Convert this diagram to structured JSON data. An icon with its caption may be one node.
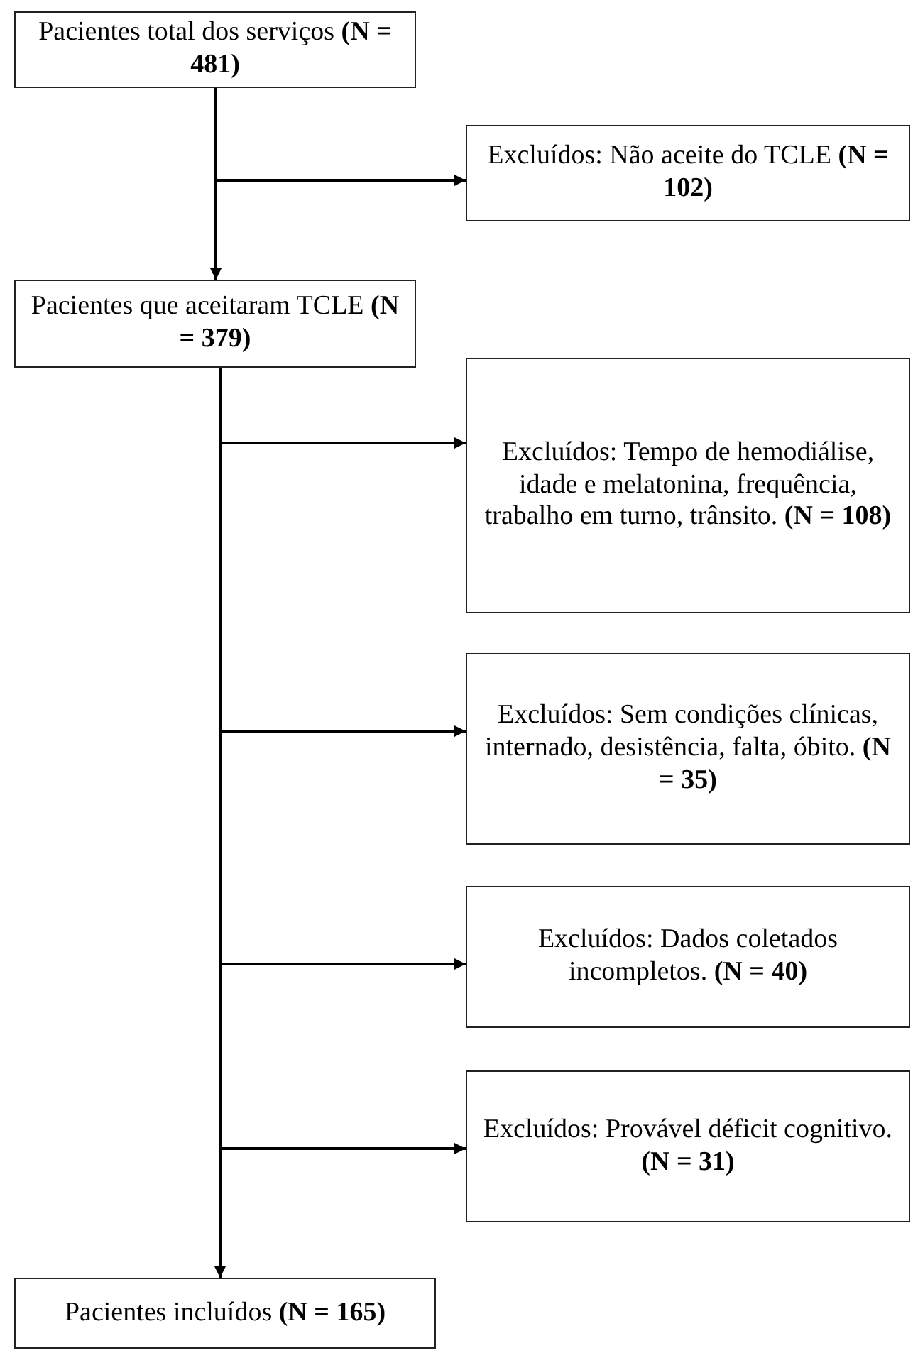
{
  "diagram": {
    "nodes": [
      {
        "text": [
          "Pacientes total dos serviços **(N = 481)**"
        ]
      },
      {
        "text": [
          "Excluídos: Não aceite do TCLE  **(N = 102)**"
        ]
      },
      {
        "text": [
          "Pacientes que aceitaram TCLE **(N = 379)**"
        ]
      },
      {
        "text": [
          "Excluídos: Tempo de hemodiálise, idade e melatonina, frequência, trabalho em turno, trânsito. **(N = 108)**"
        ]
      },
      {
        "text": [
          "Excluídos: Sem condições clínicas, internado, desistência, falta, óbito. **(N = 35)**"
        ]
      },
      {
        "text": [
          "Excluídos: Dados coletados incompletos. **(N = 40)**"
        ]
      },
      {
        "text": [
          "Excluídos: Provável déficit cognitivo. **(N = 31)**"
        ]
      },
      {
        "text": [
          "Pacientes incluídos **(N = 165)**"
        ]
      }
    ],
    "edges": [
      {
        "from": 0,
        "to": 2,
        "arrow": "to"
      },
      {
        "from": 0,
        "to": 1,
        "arrow": "to"
      },
      {
        "from": 2,
        "to": 3,
        "arrow": "to"
      },
      {
        "from": 2,
        "to": 4,
        "arrow": "to"
      },
      {
        "from": 2,
        "to": 5,
        "arrow": "to"
      },
      {
        "from": 2,
        "to": 6,
        "arrow": "to"
      },
      {
        "from": 2,
        "to": 7,
        "arrow": "to"
      }
    ]
  }
}
